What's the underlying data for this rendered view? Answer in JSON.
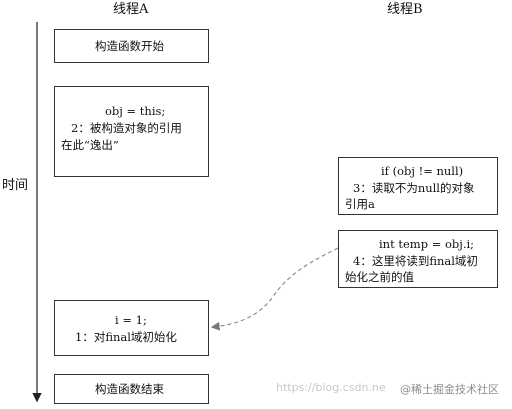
{
  "header": {
    "thread_a": "线程A",
    "thread_b": "线程B"
  },
  "axis": {
    "time_label": "时间"
  },
  "thread_a_boxes": {
    "constructor_start": "构造函数开始",
    "escape_line1": "obj = this;",
    "escape_line2": "2：被构造对象的引用",
    "escape_line3": "在此“逸出”",
    "init_line1": "i = 1;",
    "init_line2": "1：对final域初始化",
    "constructor_end": "构造函数结束"
  },
  "thread_b_boxes": {
    "read_line1": "if (obj != null)",
    "read_line2": "3：读取不为null的对象",
    "read_line3": "引用a",
    "temp_line1": "int temp = obj.i;",
    "temp_line2": "4：这里将读到final域初",
    "temp_line3": "始化之前的值"
  },
  "watermark": {
    "url": "https://blog.csdn.ne",
    "brand": "@稀土掘金技术社区"
  },
  "colors": {
    "border": "#333333",
    "arrow_dashed": "#888888",
    "axis": "#222222"
  }
}
